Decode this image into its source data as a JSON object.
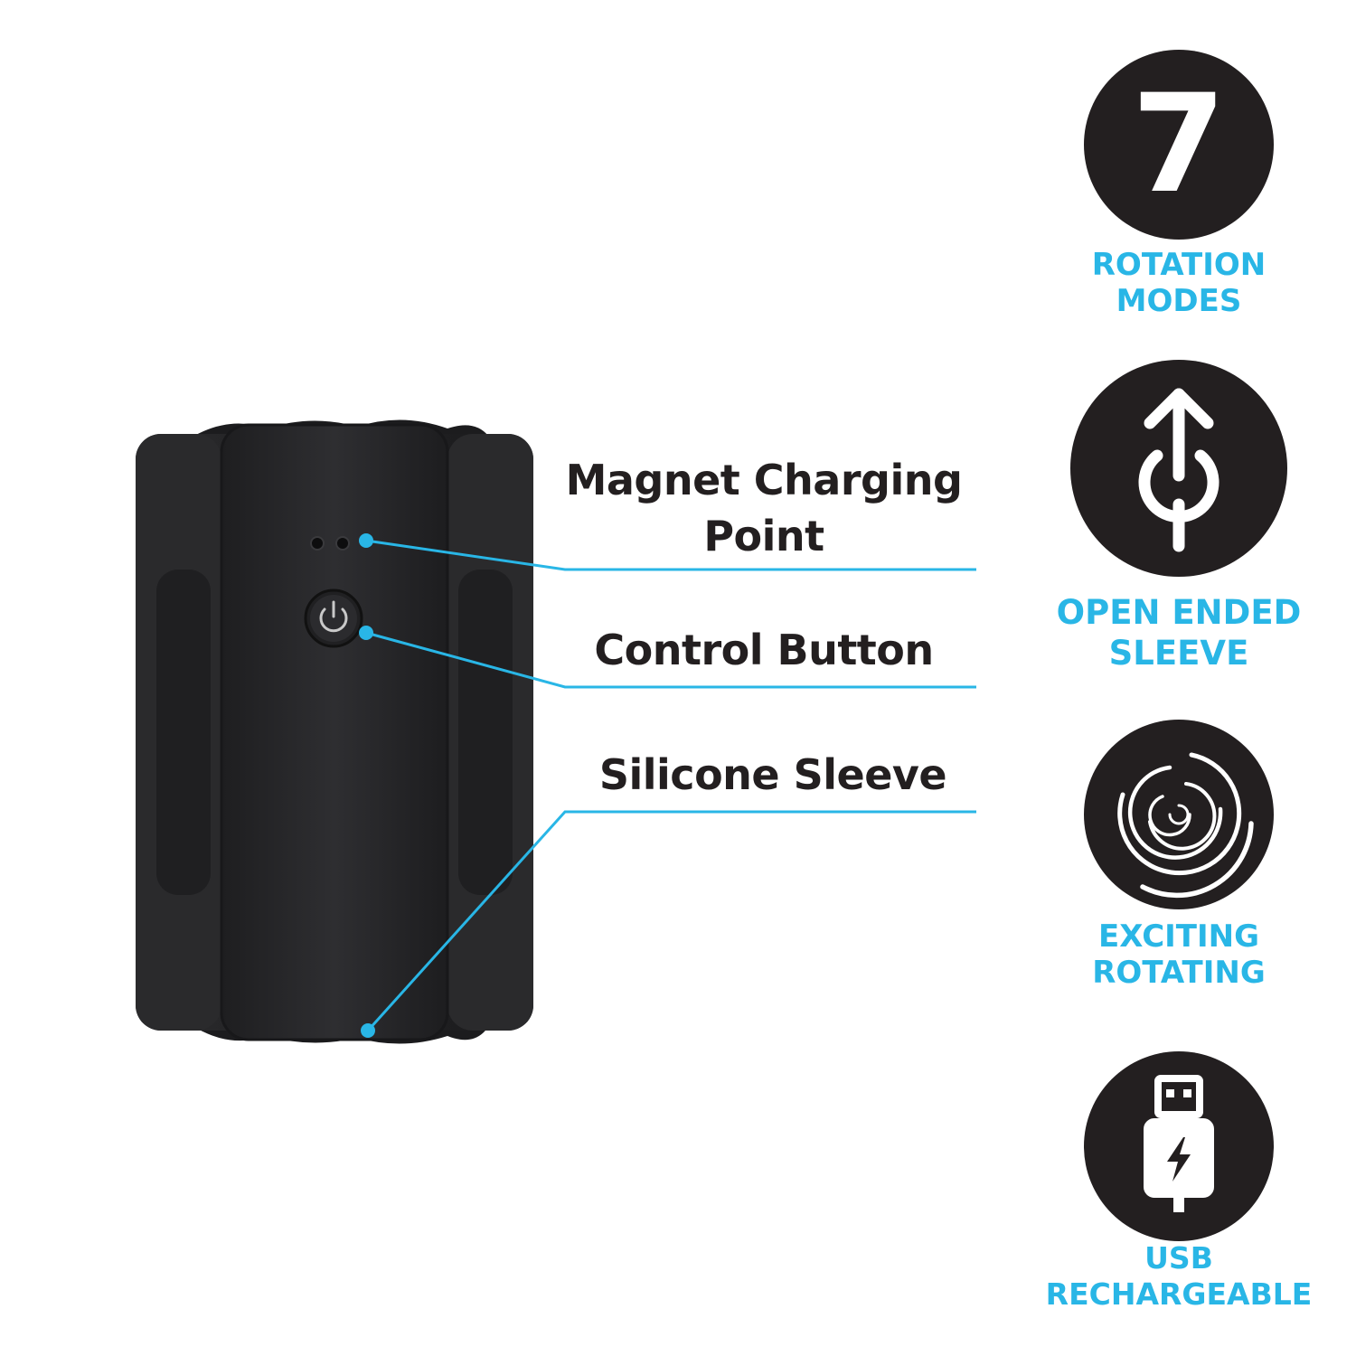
{
  "callouts": {
    "magnet_line1": "Magnet Charging",
    "magnet_line2": "Point",
    "control": "Control Button",
    "sleeve": "Silicone Sleeve"
  },
  "features": [
    {
      "icon": "number-7-icon",
      "number": "7",
      "line1": "ROTATION",
      "line2": "MODES"
    },
    {
      "icon": "open-ended-sleeve-icon",
      "line1": "OPEN ENDED",
      "line2": "SLEEVE"
    },
    {
      "icon": "spiral-icon",
      "line1": "EXCITING",
      "line2": "ROTATING"
    },
    {
      "icon": "usb-plug-icon",
      "line1": "USB",
      "line2": "RECHARGEABLE"
    }
  ],
  "colors": {
    "accent": "#29b6e6",
    "dark": "#231f20",
    "device": "#2b2b2d"
  }
}
